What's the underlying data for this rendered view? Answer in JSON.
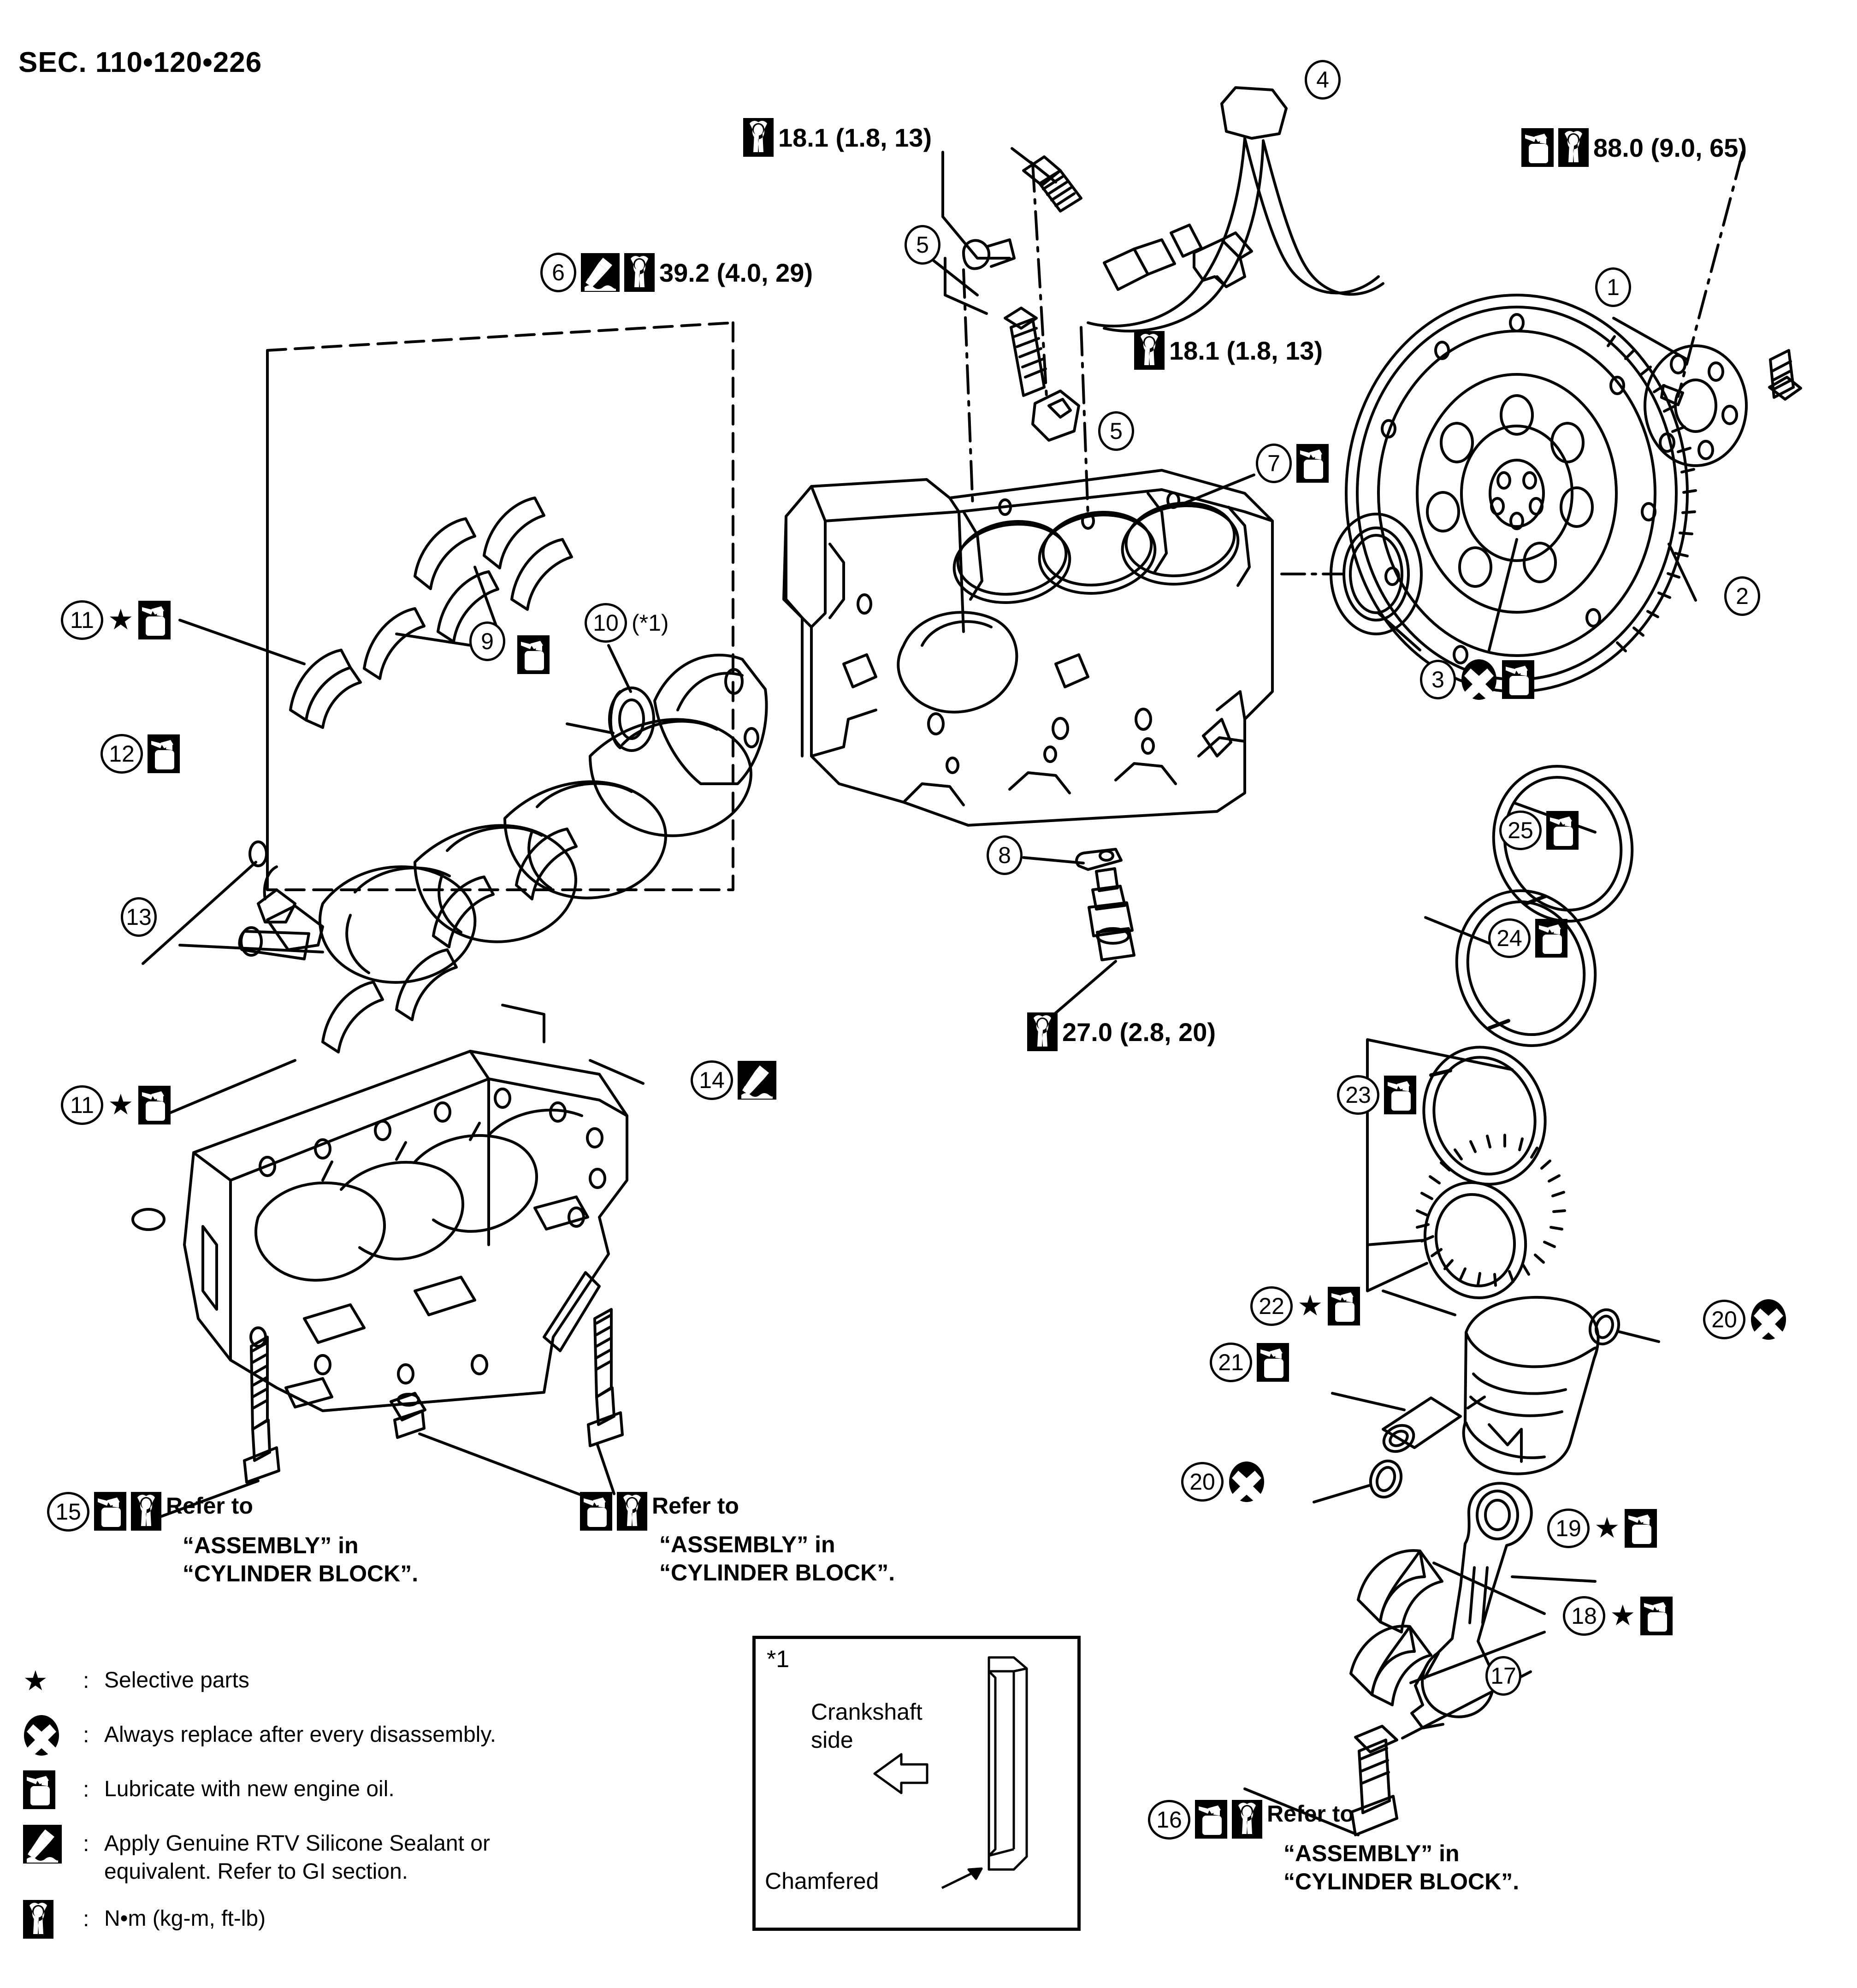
{
  "title": "SEC. 110•120•226",
  "torque_specs": [
    {
      "id": "spec-18-1-top",
      "value": "18.1 (1.8, 13)",
      "icons": [
        "wrench-icon"
      ]
    },
    {
      "id": "spec-88-0",
      "value": "88.0 (9.0, 65)",
      "icons": [
        "oil-can-icon",
        "wrench-icon"
      ]
    },
    {
      "id": "spec-39-2",
      "value": "39.2 (4.0, 29)",
      "number": "6",
      "icons": [
        "sealant-icon",
        "wrench-icon"
      ]
    },
    {
      "id": "spec-18-1-mid",
      "value": "18.1 (1.8, 13)",
      "icons": [
        "wrench-icon"
      ]
    },
    {
      "id": "spec-27-0",
      "value": "27.0 (2.8, 20)",
      "icons": [
        "wrench-icon"
      ]
    }
  ],
  "callouts": [
    {
      "n": "1",
      "marks": []
    },
    {
      "n": "2",
      "marks": []
    },
    {
      "n": "3",
      "marks": [
        "replace-x-icon",
        "oil-can-icon"
      ]
    },
    {
      "n": "4",
      "marks": []
    },
    {
      "n": "5",
      "marks": []
    },
    {
      "n": "5",
      "marks": []
    },
    {
      "n": "7",
      "marks": [
        "oil-can-icon"
      ]
    },
    {
      "n": "8",
      "marks": []
    },
    {
      "n": "9",
      "marks": [
        "oil-can-icon"
      ]
    },
    {
      "n": "10",
      "marks": [],
      "note": "(*1)"
    },
    {
      "n": "11",
      "marks": [
        "star",
        "oil-can-icon"
      ]
    },
    {
      "n": "11",
      "marks": [
        "star",
        "oil-can-icon"
      ]
    },
    {
      "n": "12",
      "marks": [
        "oil-can-icon"
      ]
    },
    {
      "n": "13",
      "marks": []
    },
    {
      "n": "14",
      "marks": [
        "sealant-icon"
      ]
    },
    {
      "n": "15",
      "marks": [
        "oil-can-icon",
        "wrench-icon"
      ]
    },
    {
      "n": "16",
      "marks": [
        "oil-can-icon",
        "wrench-icon"
      ]
    },
    {
      "n": "17",
      "marks": []
    },
    {
      "n": "18",
      "marks": [
        "star",
        "oil-can-icon"
      ]
    },
    {
      "n": "19",
      "marks": [
        "star",
        "oil-can-icon"
      ]
    },
    {
      "n": "20",
      "marks": [
        "replace-x-icon"
      ]
    },
    {
      "n": "20",
      "marks": [
        "replace-x-icon"
      ]
    },
    {
      "n": "21",
      "marks": [
        "oil-can-icon"
      ]
    },
    {
      "n": "22",
      "marks": [
        "star",
        "oil-can-icon"
      ]
    },
    {
      "n": "23",
      "marks": [
        "oil-can-icon"
      ]
    },
    {
      "n": "24",
      "marks": [
        "oil-can-icon"
      ]
    },
    {
      "n": "25",
      "marks": [
        "oil-can-icon"
      ]
    }
  ],
  "numbers": {
    "n1": "1",
    "n2": "2",
    "n3": "3",
    "n4": "4",
    "n5a": "5",
    "n5b": "5",
    "n6": "6",
    "n7": "7",
    "n8": "8",
    "n9": "9",
    "n10": "10",
    "n11a": "11",
    "n11b": "11",
    "n12": "12",
    "n13": "13",
    "n14": "14",
    "n15": "15",
    "n16": "16",
    "n17": "17",
    "n18": "18",
    "n19": "19",
    "n20a": "20",
    "n20b": "20",
    "n21": "21",
    "n22": "22",
    "n23": "23",
    "n24": "24",
    "n25": "25"
  },
  "note_star_ref": "(*1)",
  "refer_blocks": [
    {
      "id": "refer-15",
      "number": "15",
      "icons": [
        "oil-can-icon",
        "wrench-icon"
      ],
      "line1": "Refer to",
      "line2": "“ASSEMBLY” in",
      "line3": "“CYLINDER BLOCK”."
    },
    {
      "id": "refer-mid",
      "number": "",
      "icons": [
        "oil-can-icon",
        "wrench-icon"
      ],
      "line1": "Refer to",
      "line2": "“ASSEMBLY” in",
      "line3": "“CYLINDER BLOCK”."
    },
    {
      "id": "refer-16",
      "number": "16",
      "icons": [
        "oil-can-icon",
        "wrench-icon"
      ],
      "line1": "Refer to",
      "line2": "“ASSEMBLY” in",
      "line3": "“CYLINDER BLOCK”."
    }
  ],
  "legend": {
    "colon": ":",
    "items": [
      {
        "symbol": "star",
        "text": "Selective parts"
      },
      {
        "symbol": "replace-x-icon",
        "text": "Always replace after every disassembly."
      },
      {
        "symbol": "oil-can-icon",
        "text": "Lubricate with new engine oil."
      },
      {
        "symbol": "sealant-icon",
        "text": "Apply  Genuine RTV Silicone Sealant or\nequivalent. Refer to GI section."
      },
      {
        "symbol": "wrench-icon",
        "text": "N•m (kg-m, ft-lb)"
      }
    ]
  },
  "inset": {
    "marker": "*1",
    "label_line1": "Crankshaft",
    "label_line2": "side",
    "chamfered": "Chamfered"
  },
  "colors": {
    "ink": "#000000",
    "paper": "#ffffff"
  }
}
